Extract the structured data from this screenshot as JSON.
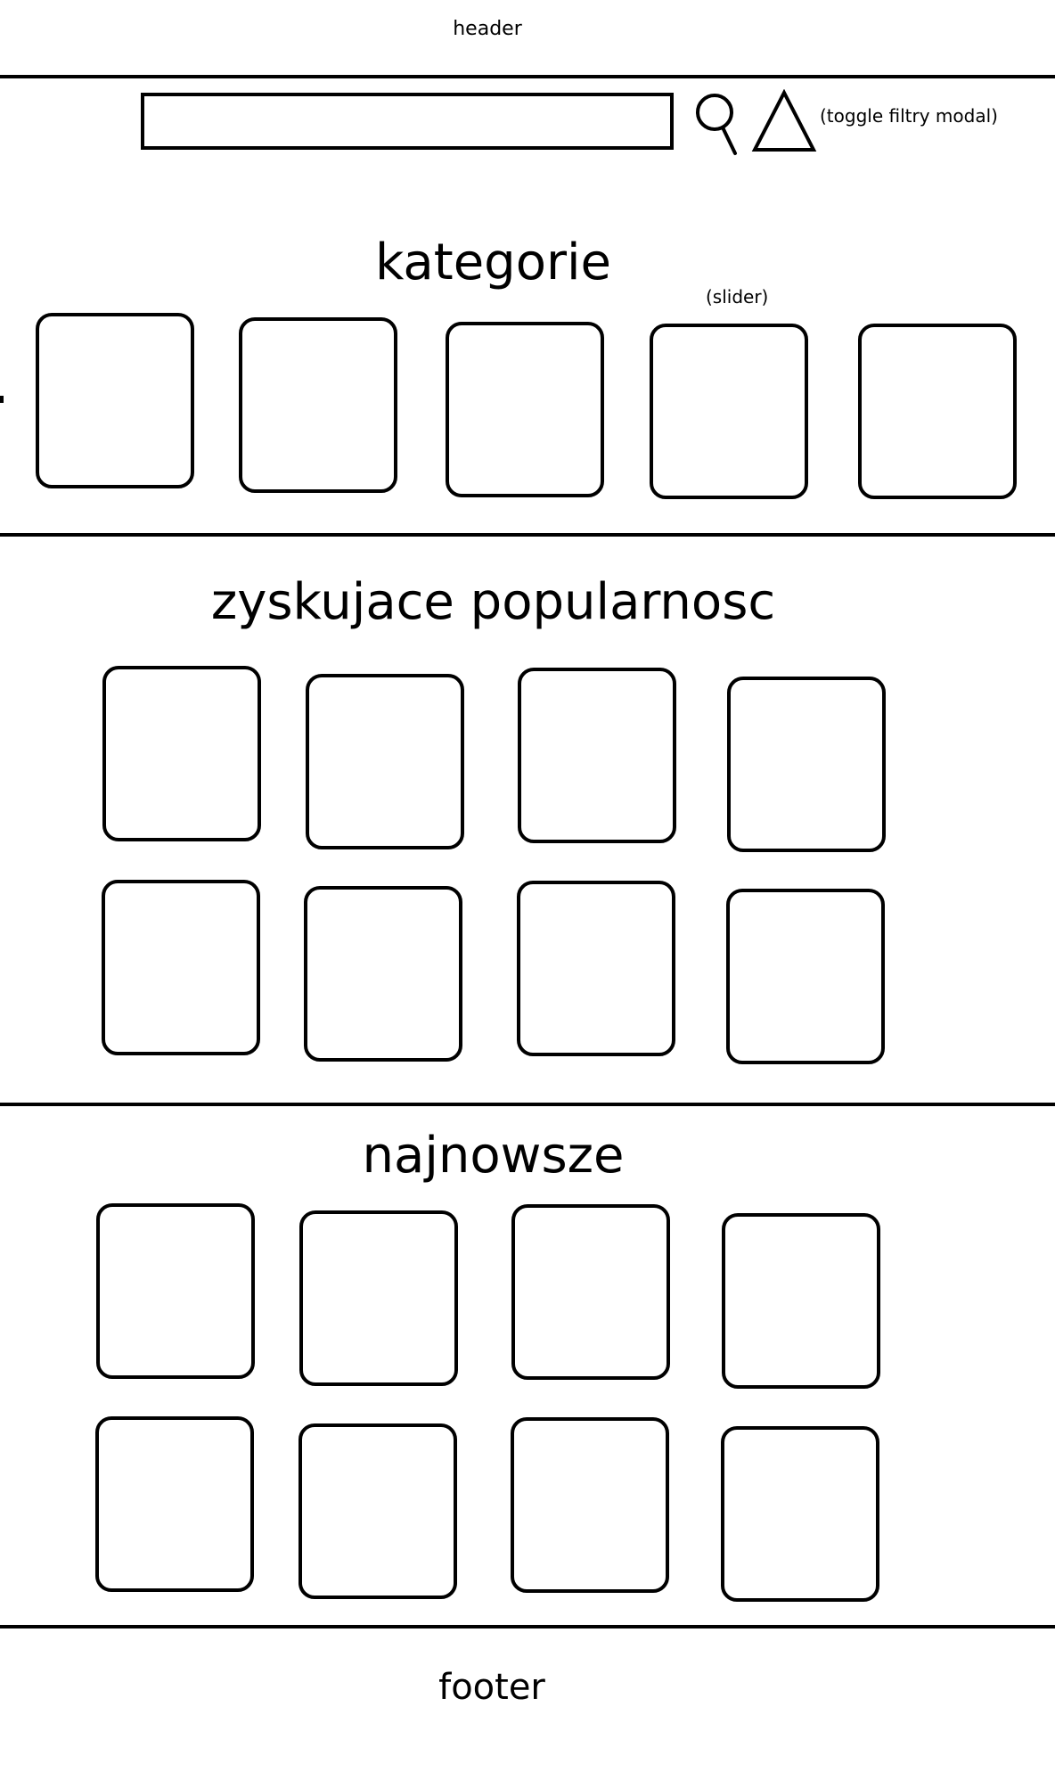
{
  "header": {
    "label": "header"
  },
  "search": {
    "placeholder": ""
  },
  "filter": {
    "note": "(toggle filtry modal)"
  },
  "categories": {
    "title": "kategorie",
    "slider_note": "(slider)",
    "items": [
      "",
      "",
      "",
      "",
      ""
    ]
  },
  "popular": {
    "title": "zyskujace popularnosc",
    "items": [
      "",
      "",
      "",
      "",
      "",
      "",
      "",
      ""
    ]
  },
  "newest": {
    "title": "najnowsze",
    "items": [
      "",
      "",
      "",
      "",
      "",
      "",
      "",
      ""
    ]
  },
  "footer": {
    "label": "footer"
  },
  "icons": {
    "search": "search-icon",
    "filter": "triangle-icon"
  }
}
